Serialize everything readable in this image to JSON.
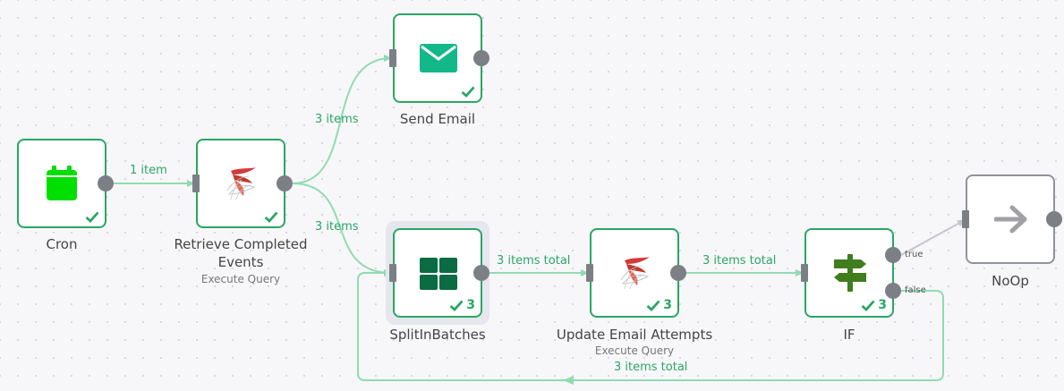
{
  "nodes": {
    "cron": {
      "title": "Cron",
      "icon": "calendar-icon",
      "color": "#00e000",
      "success": true
    },
    "retrieve": {
      "title": "Retrieve Completed Events",
      "subtitle": "Execute Query",
      "icon": "sql-server-icon",
      "success": true
    },
    "send_email": {
      "title": "Send Email",
      "icon": "envelope-icon",
      "color": "#13b889",
      "success": true
    },
    "split": {
      "title": "SplitInBatches",
      "icon": "grid-icon",
      "color": "#0b6b42",
      "success": true,
      "count": "3",
      "selected": true
    },
    "update": {
      "title": "Update Email Attempts",
      "subtitle": "Execute Query",
      "icon": "sql-server-icon",
      "success": true,
      "count": "3"
    },
    "if": {
      "title": "IF",
      "icon": "signpost-icon",
      "color": "#3f7d1e",
      "success": true,
      "count": "3",
      "outputs": {
        "true": "true",
        "false": "false"
      }
    },
    "noop": {
      "title": "NoOp",
      "icon": "arrow-right-icon",
      "color": "#a0a0a5",
      "success": false
    }
  },
  "edges": {
    "cron_retrieve": "1 item",
    "retrieve_send": "3 items",
    "retrieve_split": "3 items",
    "split_update": "3 items total",
    "update_if": "3 items total",
    "if_false_split": "3 items total"
  },
  "colors": {
    "success": "#29a664",
    "edge_success": "#8fdcb0",
    "edge_idle": "#c5c6cc",
    "port": "#7d7f87"
  }
}
